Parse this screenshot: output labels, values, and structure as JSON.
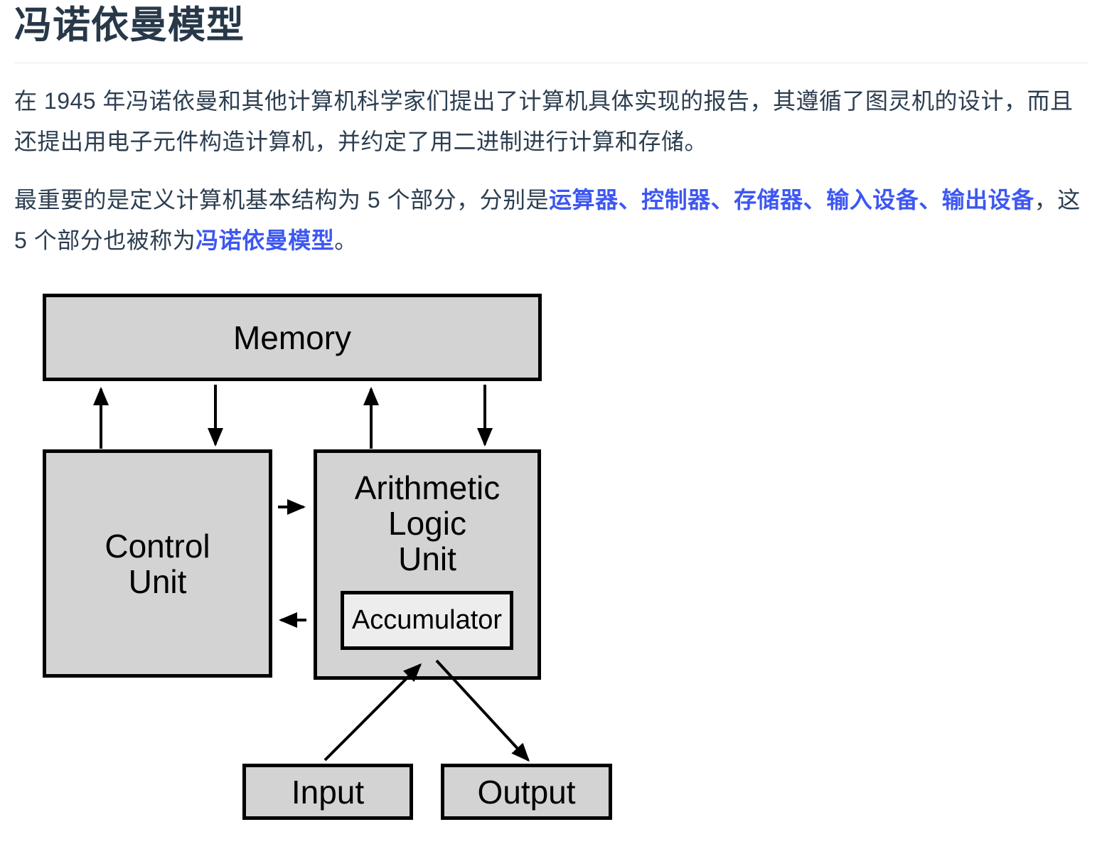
{
  "page": {
    "title": "冯诺依曼模型",
    "paragraphs": {
      "p1": "在 1945 年冯诺依曼和其他计算机科学家们提出了计算机具体实现的报告，其遵循了图灵机的设计，而且还提出用电子元件构造计算机，并约定了用二进制进行计算和存储。",
      "p2_prefix": "最重要的是定义计算机基本结构为 5 个部分，分别是",
      "p2_links": [
        "运算器",
        "控制器",
        "存储器",
        "输入设备",
        "输出设备"
      ],
      "p2_separator": "、",
      "p2_middle": "，这 5 个部分也被称为",
      "p2_model_link": "冯诺依曼模型",
      "p2_suffix": "。"
    }
  },
  "diagram": {
    "memory_label": "Memory",
    "control_unit_lines": [
      "Control",
      "Unit"
    ],
    "alu_lines": [
      "Arithmetic",
      "Logic",
      "Unit"
    ],
    "accumulator_label": "Accumulator",
    "input_label": "Input",
    "output_label": "Output"
  },
  "colors": {
    "link_blue": "#3d57f2",
    "title_text": "#273849",
    "body_text": "#2c3e50",
    "box_fill": "#d3d3d3",
    "accumulator_fill": "#ededed",
    "box_border": "#000000",
    "divider": "#e8eaee"
  }
}
